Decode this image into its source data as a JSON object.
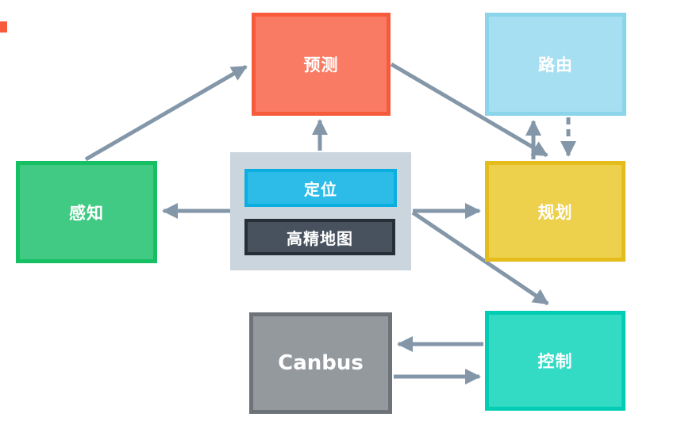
{
  "diagram": {
    "nodes": {
      "prediction": {
        "label": "预测"
      },
      "routing": {
        "label": "路由"
      },
      "perception": {
        "label": "感知"
      },
      "localization": {
        "label": "定位"
      },
      "hdmap": {
        "label": "高精地图"
      },
      "planning": {
        "label": "规划"
      },
      "canbus": {
        "label": "Canbus"
      },
      "control": {
        "label": "控制"
      }
    },
    "edges": [
      {
        "from": "perception",
        "to": "prediction",
        "style": "solid"
      },
      {
        "from": "localization-hdmap-group",
        "to": "prediction",
        "style": "solid"
      },
      {
        "from": "prediction",
        "to": "planning",
        "style": "solid"
      },
      {
        "from": "planning",
        "to": "routing",
        "style": "solid"
      },
      {
        "from": "routing",
        "to": "planning",
        "style": "dashed"
      },
      {
        "from": "localization-hdmap-group",
        "to": "perception",
        "style": "solid"
      },
      {
        "from": "localization-hdmap-group",
        "to": "planning",
        "style": "solid"
      },
      {
        "from": "localization-hdmap-group",
        "to": "control",
        "style": "solid"
      },
      {
        "from": "control",
        "to": "canbus",
        "style": "solid"
      },
      {
        "from": "canbus",
        "to": "control",
        "style": "solid"
      }
    ]
  },
  "colors": {
    "bg": "#ffffff",
    "arrow": "#8497A9",
    "prediction-fill": "#F97B63",
    "prediction-border": "#F75B3C",
    "routing-fill": "#A6DFF1",
    "routing-border": "#8BD5EB",
    "perception-fill": "#40CA84",
    "perception-border": "#15BF62",
    "group-fill": "#CBD5DD",
    "localization-fill": "#2DBCE8",
    "localization-border": "#0BAEE1",
    "hdmap-fill": "#47525E",
    "hdmap-border": "#262F38",
    "planning-fill": "#EDD04C",
    "planning-border": "#E4BC1B",
    "canbus-fill": "#94999E",
    "canbus-border": "#6D7378",
    "control-fill": "#33DAC4",
    "control-border": "#00CDB4",
    "label": "#ffffff"
  }
}
